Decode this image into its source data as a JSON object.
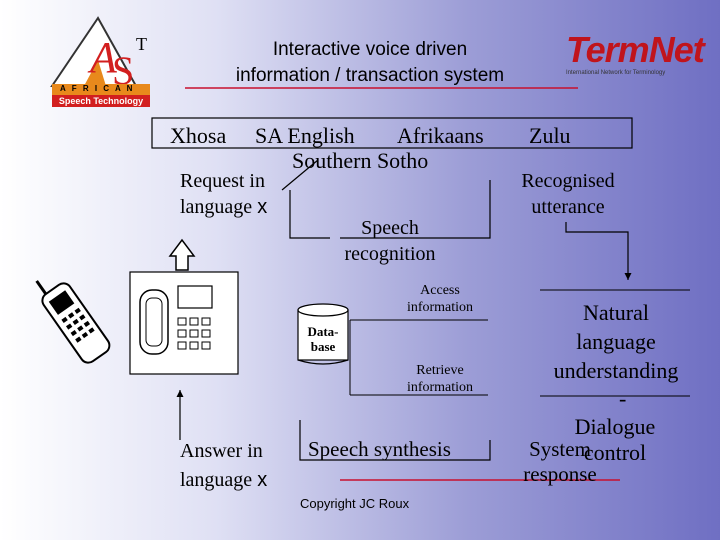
{
  "title": {
    "line1": "Interactive voice driven",
    "line2": "information / transaction system"
  },
  "logo_left": {
    "text_band": "A F R I C A N",
    "tag": "Speech Technology"
  },
  "logo_right": {
    "brand": "TermNet",
    "subtitle": "International Network for Terminology"
  },
  "languages": {
    "xhosa": "Xhosa",
    "sa_english": "SA English",
    "afrikaans": "Afrikaans",
    "zulu": "Zulu",
    "southern_sotho": "Southern Sotho"
  },
  "labels": {
    "request_line1": "Request in",
    "request_line2": "language",
    "request_x": "x",
    "recognised_line1": "Recognised",
    "recognised_line2": "utterance",
    "speech_recognition_line1": "Speech",
    "speech_recognition_line2": "recognition",
    "access_line1": "Access",
    "access_line2": "information",
    "database_line1": "Data-",
    "database_line2": "base",
    "retrieve_line1": "Retrieve",
    "retrieve_line2": "information",
    "nlu_line1": "Natural",
    "nlu_line2": "language",
    "nlu_line3": "understanding",
    "nlu_dash": "-",
    "dialogue_line1": "Dialogue",
    "dialogue_line2": "control",
    "system_line1": "System",
    "system_line2": "response",
    "answer_line1": "Answer in",
    "answer_line2": "language",
    "answer_x": "x",
    "speech_synthesis": "Speech synthesis",
    "copyright": "Copyright JC Roux"
  },
  "colors": {
    "accent_red": "#c8102e",
    "logo_red": "#d21f1f",
    "logo_orange": "#e8891c",
    "brand_red": "#c0141c"
  }
}
